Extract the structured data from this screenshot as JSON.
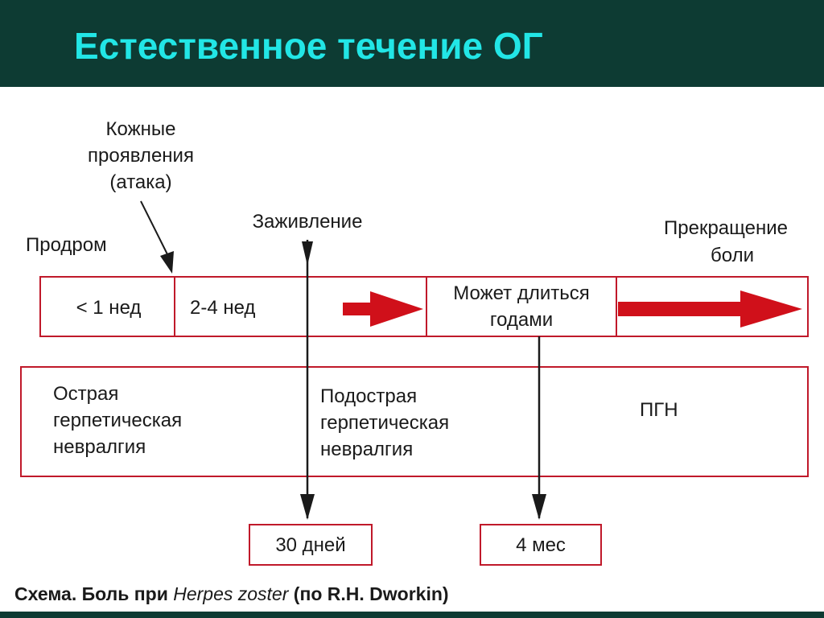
{
  "slide": {
    "title": "Естественное течение ОГ"
  },
  "diagram": {
    "labels": {
      "skin_line1": "Кожные",
      "skin_line2": "проявления",
      "skin_line3": "(атака)",
      "prodrome": "Продром",
      "healing": "Заживление",
      "pain_stop_line1": "Прекращение",
      "pain_stop_line2": "боли"
    },
    "timeline": {
      "cell_prodrome": "< 1 нед",
      "cell_attack": "2-4 нед",
      "cell_years_line1": "Может длиться",
      "cell_years_line2": "годами"
    },
    "phases": {
      "acute_line1": "Острая",
      "acute_line2": "герпетическая",
      "acute_line3": "невралгия",
      "subacute_line1": "Подострая",
      "subacute_line2": "герпетическая",
      "subacute_line3": "невралгия",
      "phn": "ПГН"
    },
    "durations": {
      "days": "30 дней",
      "months": "4 мес"
    },
    "caption": {
      "prefix": "Схема. Боль при ",
      "italic": "Herpes zoster",
      "suffix": " (по R.H. Dworkin)"
    },
    "colors": {
      "box_border": "#c0192a",
      "arrow_red": "#d0101a",
      "header_bg": "#0d3b33",
      "title_color": "#22e6e6"
    }
  }
}
